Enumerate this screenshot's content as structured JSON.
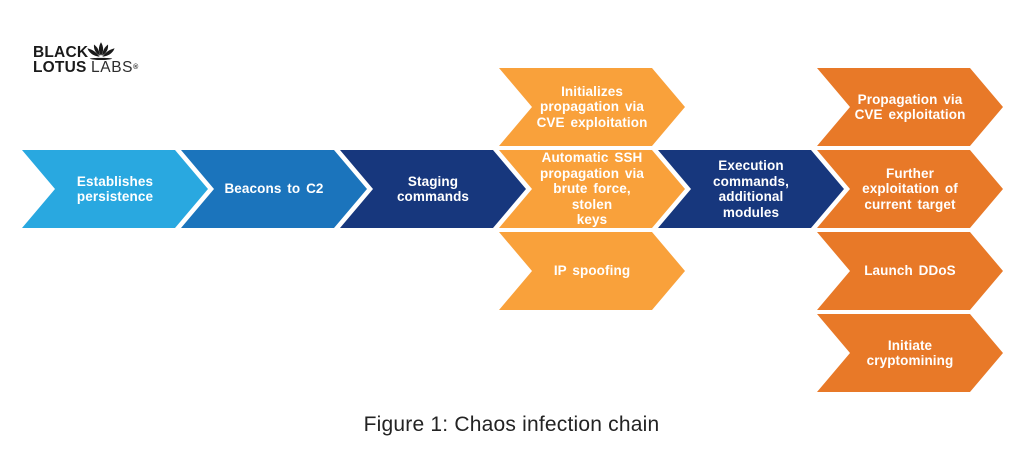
{
  "logo": {
    "word_black": "BLACK",
    "word_lotus": "LOTUS",
    "word_labs": "LABS",
    "trademark": "®",
    "icon": "lotus-icon"
  },
  "colors": {
    "light_blue": "#29A8E0",
    "blue": "#1B74BC",
    "navy": "#17377D",
    "amber": "#F9A13B",
    "orange": "#E87928",
    "label_text": "#FFFFFF",
    "caption_text": "#232323"
  },
  "diagram": {
    "arrows": [
      {
        "id": "establishes-persistence",
        "label": "Establishes\npersistence",
        "color": "light_blue",
        "row": "main",
        "column": 1
      },
      {
        "id": "beacons-to-c2",
        "label": "Beacons to C2",
        "color": "blue",
        "row": "main",
        "column": 2
      },
      {
        "id": "staging-commands",
        "label": "Staging\ncommands",
        "color": "navy",
        "row": "main",
        "column": 3
      },
      {
        "id": "initializes-propagation",
        "label": "Initializes\npropagation via\nCVE exploitation",
        "color": "amber",
        "row": "top",
        "column": 4
      },
      {
        "id": "automatic-ssh",
        "label": "Automatic SSH\npropagation via\nbrute force, stolen\nkeys",
        "color": "amber",
        "row": "main",
        "column": 4
      },
      {
        "id": "ip-spoofing",
        "label": "IP spoofing",
        "color": "amber",
        "row": "lower",
        "column": 4
      },
      {
        "id": "execution-commands",
        "label": "Execution\ncommands,\nadditional modules",
        "color": "navy",
        "row": "main",
        "column": 5
      },
      {
        "id": "propagation-cve",
        "label": "Propagation via\nCVE exploitation",
        "color": "orange",
        "row": "top",
        "column": 6
      },
      {
        "id": "further-exploitation",
        "label": "Further\nexploitation of\ncurrent target",
        "color": "orange",
        "row": "main",
        "column": 6
      },
      {
        "id": "launch-ddos",
        "label": "Launch DDoS",
        "color": "orange",
        "row": "lower",
        "column": 6
      },
      {
        "id": "initiate-cryptomining",
        "label": "Initiate\ncryptomining",
        "color": "orange",
        "row": "bottom",
        "column": 6
      }
    ]
  },
  "caption": "Figure 1: Chaos infection chain"
}
